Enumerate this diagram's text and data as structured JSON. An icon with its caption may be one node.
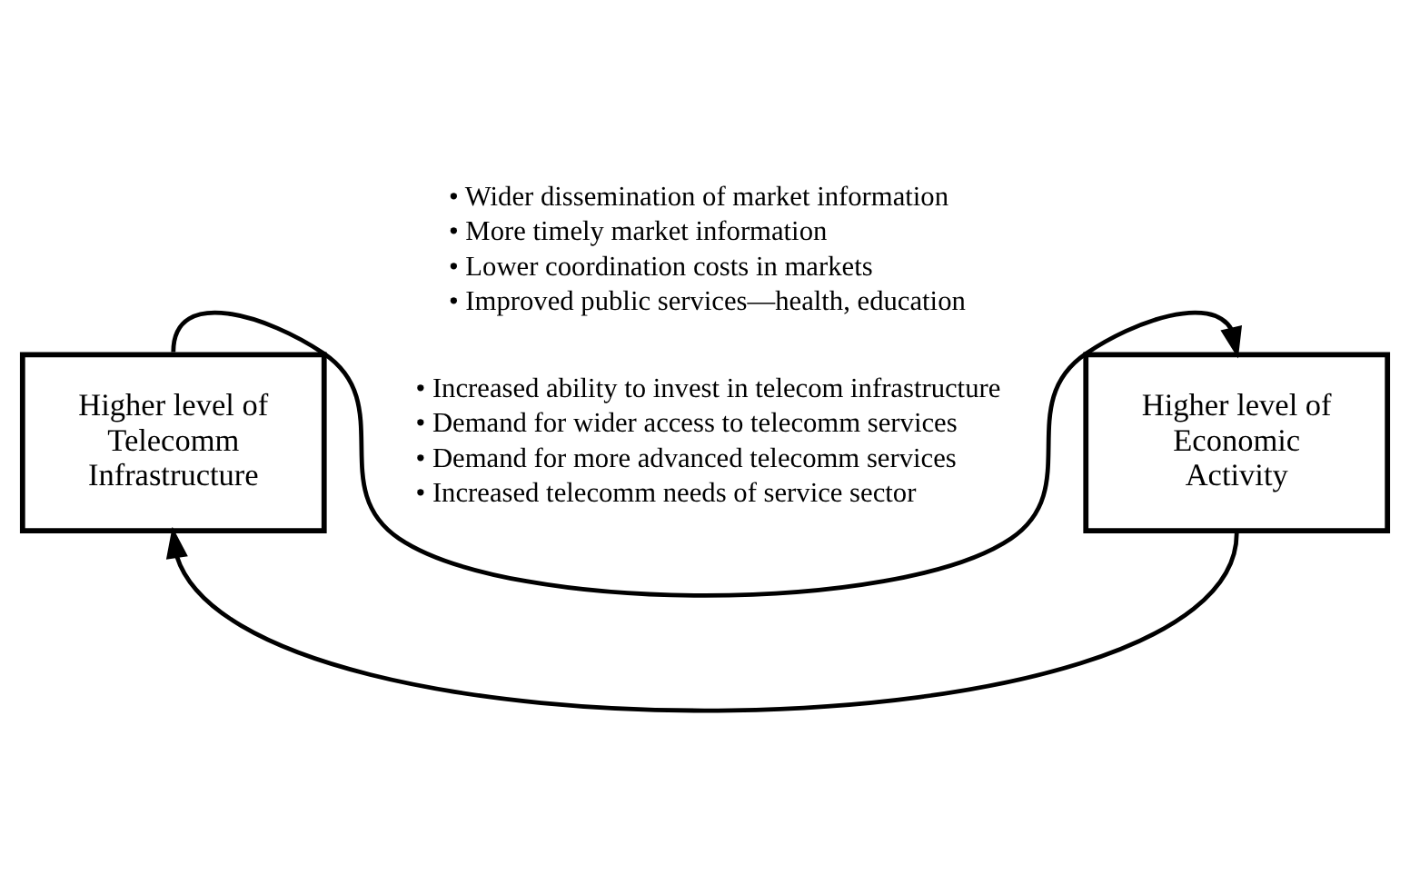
{
  "diagram": {
    "nodes": [
      {
        "text": [
          "Higher level of Telecomm Infrastructure"
        ]
      },
      {
        "text": [
          "Higher level of Economic Activity"
        ]
      }
    ],
    "edges": [
      {
        "from": 0,
        "to": 1,
        "arrow": "to"
      },
      {
        "from": 1,
        "to": 0,
        "arrow": "to"
      }
    ],
    "labels": [
      "• Wider dissemination of market information",
      "• More timely market information",
      "• Lower coordination costs in markets",
      "• Improved public services—health, education",
      "• Increased ability to invest in telecom infrastructure",
      "• Demand for wider access to telecomm services",
      "• Demand for more advanced telecomm services",
      "• Increased telecomm needs of service sector"
    ]
  }
}
